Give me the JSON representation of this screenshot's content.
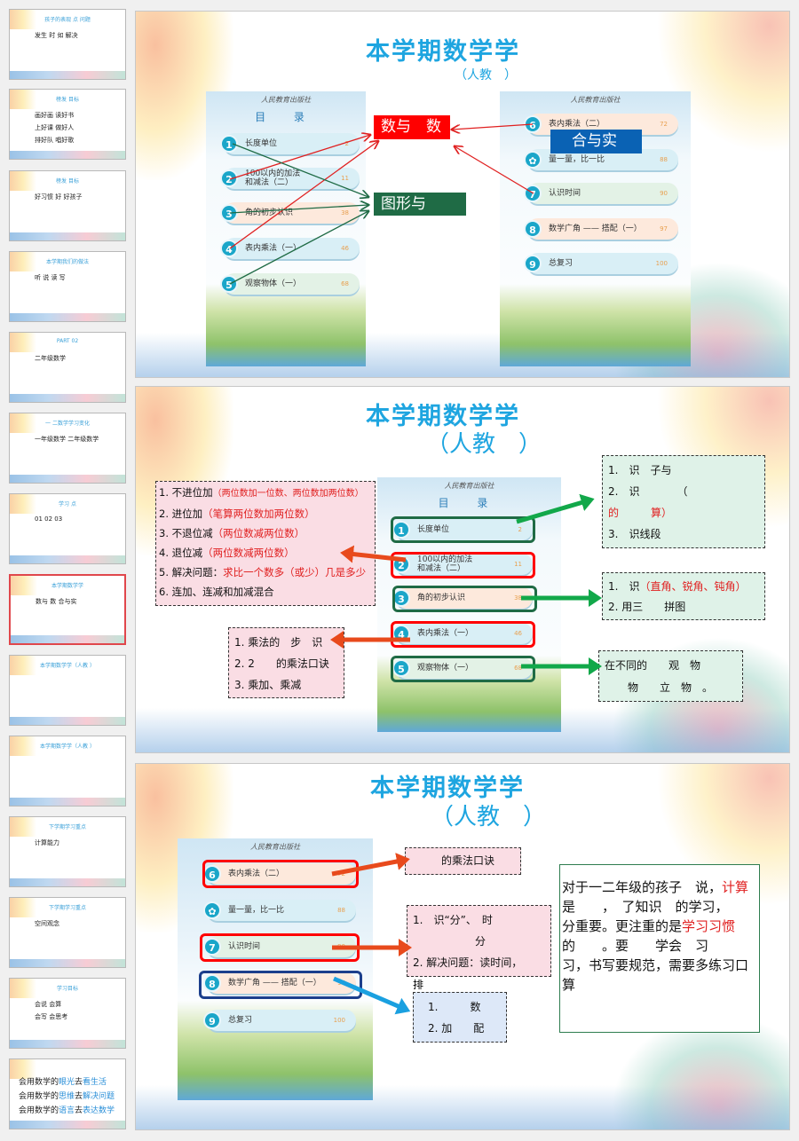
{
  "thumbnails": [
    {
      "title": "孩子的表现  点  问题",
      "lines": [
        "发生  时  如  解决"
      ]
    },
    {
      "title": "榜发  目标",
      "lines": [
        "画好画  读好书",
        "上好课  做好人",
        "排好队  唱好歌"
      ]
    },
    {
      "title": "榜发  目标",
      "lines": [
        "好习惯   好   好孩子"
      ]
    },
    {
      "title": "本学期我们的做法",
      "lines": [
        "听  说  读  写"
      ]
    },
    {
      "title": "PART 02",
      "lines": [
        "二年级数学"
      ]
    },
    {
      "title": "一  二数学学习变化",
      "lines": [
        "一年级数学  二年级数学"
      ]
    },
    {
      "title": "学习  点",
      "lines": [
        "01    02    03"
      ]
    },
    {
      "title": "本学期数学学",
      "lines": [
        "数与  数   合与实"
      ]
    },
    {
      "title": "本学期数学学（人教 ）",
      "lines": []
    },
    {
      "title": "本学期数学学（人教 ）",
      "lines": []
    },
    {
      "title": "下学期学习重点",
      "lines": [
        "计算能力"
      ]
    },
    {
      "title": "下学期学习重点",
      "lines": [
        "空间观念"
      ]
    },
    {
      "title": "学习目标",
      "lines": [
        "会说  会算",
        "会写  会思考"
      ]
    },
    {
      "title": "",
      "lines": []
    }
  ],
  "closing_thumb": {
    "lines": [
      {
        "a": "会用数学的",
        "b": "眼光",
        "c": "去",
        "d": "看生活"
      },
      {
        "a": "会用数学的",
        "b": "思维",
        "c": "去",
        "d": "解决问题"
      },
      {
        "a": "会用数学的",
        "b": "语言",
        "c": "去",
        "d": "表达数学"
      }
    ]
  },
  "common": {
    "title": "本学期数学学",
    "subtitle": "（人教　）",
    "publisher": "人民教育出版社",
    "toc_heading": "目 录"
  },
  "toc": [
    {
      "num": "1",
      "label": "长度单位",
      "page": "2"
    },
    {
      "num": "2",
      "label": "100以内的加法\n和减法（二）",
      "page": "11"
    },
    {
      "num": "3",
      "label": "角的初步认识",
      "page": "38"
    },
    {
      "num": "4",
      "label": "表内乘法（一）",
      "page": "46"
    },
    {
      "num": "5",
      "label": "观察物体（一）",
      "page": "68"
    },
    {
      "num": "6",
      "label": "表内乘法（二）",
      "page": "72"
    },
    {
      "num": "✿",
      "label": "量一量，比一比",
      "page": "88"
    },
    {
      "num": "7",
      "label": "认识时间",
      "page": "90"
    },
    {
      "num": "8",
      "label": "数学广角 —— 搭配（一）",
      "page": "97"
    },
    {
      "num": "9",
      "label": "总复习",
      "page": "100"
    }
  ],
  "slide1": {
    "tag_number": "数与　数",
    "tag_stats": "合与实",
    "tag_geometry": "图形与"
  },
  "slide2": {
    "left_box": [
      {
        "t": "1. 不进位加",
        "r": "（两位数加一位数、两位数加两位数）"
      },
      {
        "t": "2. 进位加",
        "r": "（笔算两位数加两位数）"
      },
      {
        "t": "3. 不退位减",
        "r": "（两位数减两位数）"
      },
      {
        "t": "4. 退位减",
        "r": "（两位数减两位数）"
      },
      {
        "t": "5. 解决问题：",
        "r": "求比一个数多（或少）几是多少"
      },
      {
        "t": "6. 连加、连减和加减混合",
        "r": ""
      }
    ],
    "length_box": [
      "1.　识　子与",
      "2.　识　　　　（",
      "的　　　算）",
      "3.　识线段"
    ],
    "length_box_red": [
      "的",
      "算）"
    ],
    "angle_box": {
      "l1a": "1.　识",
      "l1r": "（直角、锐角、钝角）",
      "l2": "2. 用三　　拼图"
    },
    "mult_box": [
      "1. 乘法的　步　识",
      "2. 2　　的乘法口诀",
      "3. 乘加、乘减"
    ],
    "view_box": [
      "在不同的　　观　物",
      "物　　立　物　。"
    ]
  },
  "slide3": {
    "mult_box": "的乘法口诀",
    "time_box": [
      "1.　识“分”、　时",
      "分",
      "2. 解决问题：读时间，"
    ],
    "time_overflow": "排",
    "match_box": [
      "1.　　　数",
      "2. 加　　配"
    ],
    "note": {
      "p1": "对于一二年级的孩子　说，",
      "p2r": "计算",
      "p2": "是　　，　了知识　的学习，　　　分重要。更注重的是",
      "p3r": "学习习惯",
      "p3": "的　　。要　　学会　习　　习，书写要规范，需要多练习口算"
    }
  },
  "colors": {
    "title": "#1ea5e0",
    "red": "#e02020",
    "green": "#1f6b45",
    "blue": "#0a62b4"
  }
}
